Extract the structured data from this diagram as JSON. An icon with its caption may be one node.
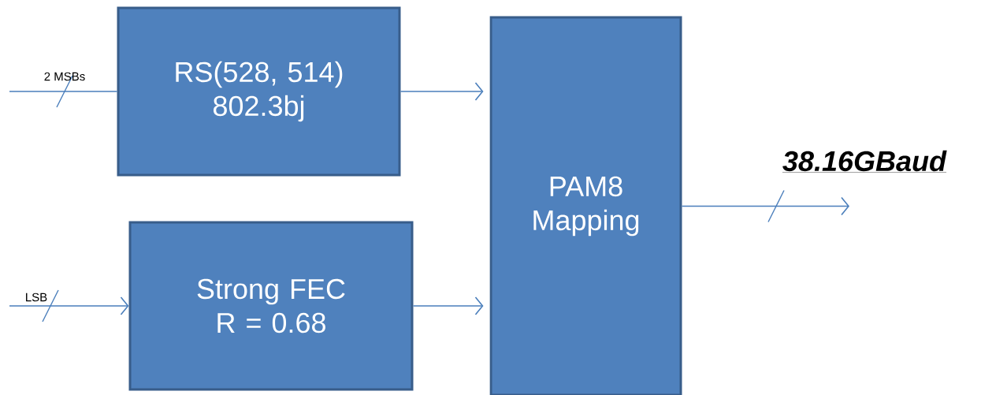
{
  "diagram": {
    "nodes": [
      {
        "text": [
          "RS(528, 514)",
          "802.3bj"
        ]
      },
      {
        "text": [
          "Strong FEC",
          "R = 0.68"
        ]
      },
      {
        "text": [
          "PAM8 Mapping"
        ]
      }
    ],
    "edges": [
      {
        "from": null,
        "to": 0,
        "arrow": "none",
        "label": "2 MSBs"
      },
      {
        "from": null,
        "to": 1,
        "arrow": "to",
        "label": "LSB"
      },
      {
        "from": 0,
        "to": 2,
        "arrow": "to"
      },
      {
        "from": 1,
        "to": 2,
        "arrow": "to"
      },
      {
        "from": 2,
        "to": null,
        "arrow": "to"
      }
    ],
    "labels": [
      "38.16GBaud"
    ]
  }
}
